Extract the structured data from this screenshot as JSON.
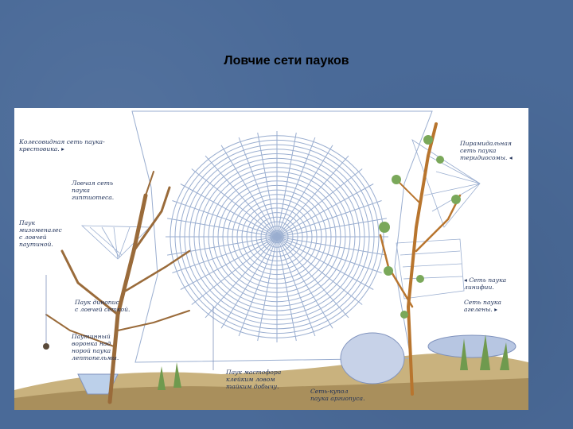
{
  "title": "Ловчие сети пауков",
  "labels": {
    "orb_web": "Колесовидная сеть паука-\nкрестовика. ▸",
    "sail_web": "Ловчая сеть\nпаука\nгиптиотеса.",
    "mimicking_spider": "Паук\nмизоменалес\nс ловчей\nпаутиной.",
    "dinopis": "Паук динопис\nс ловчей сеткой.",
    "funnel_web": "Паутинный\nворонка над\nнорой паука\nлептопельмы.",
    "mastophora": "Паук мастофора\nклейким ловом\nтайким добычу.",
    "pyramid_web": "Пирамидальная\nсеть паука\nтеридиосомы. ◂",
    "linyphia_web": "◂ Сеть паука\nлинифии.",
    "sheet_web": "Сеть паука\nагелены. ▸",
    "dome_web": "Сеть-купол\nпаука аргиопуса."
  },
  "colors": {
    "web": "#9aaed0",
    "branch": "#9a6b3a",
    "ground": "#c9b27e",
    "leaf": "#7aa85a"
  }
}
